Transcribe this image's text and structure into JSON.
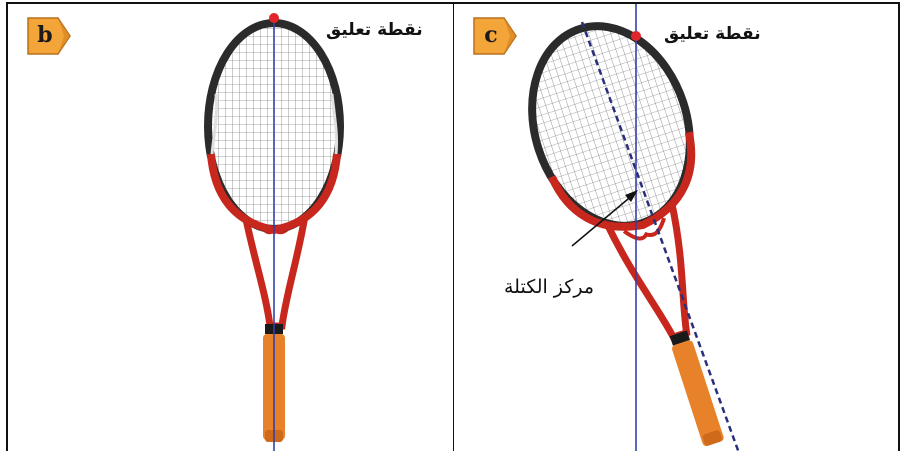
{
  "panels": {
    "b": {
      "badge": "b",
      "suspension_label": "نقطة تعليق"
    },
    "c": {
      "badge": "c",
      "suspension_label": "نقطة تعليق",
      "center_of_mass_label": "مركز الكتلة"
    }
  },
  "colors": {
    "frame_dark": "#2b2b2b",
    "frame_red": "#c8271e",
    "grip_orange": "#e8822a",
    "grip_collar": "#1a1a1a",
    "vertical_line": "#3340a8",
    "dashed_line": "#2a2f7a",
    "suspension_point": "#e0262a",
    "badge_fill": "#f3a53a"
  },
  "icons": {
    "badge_shape": "arrow-pentagon-icon"
  }
}
